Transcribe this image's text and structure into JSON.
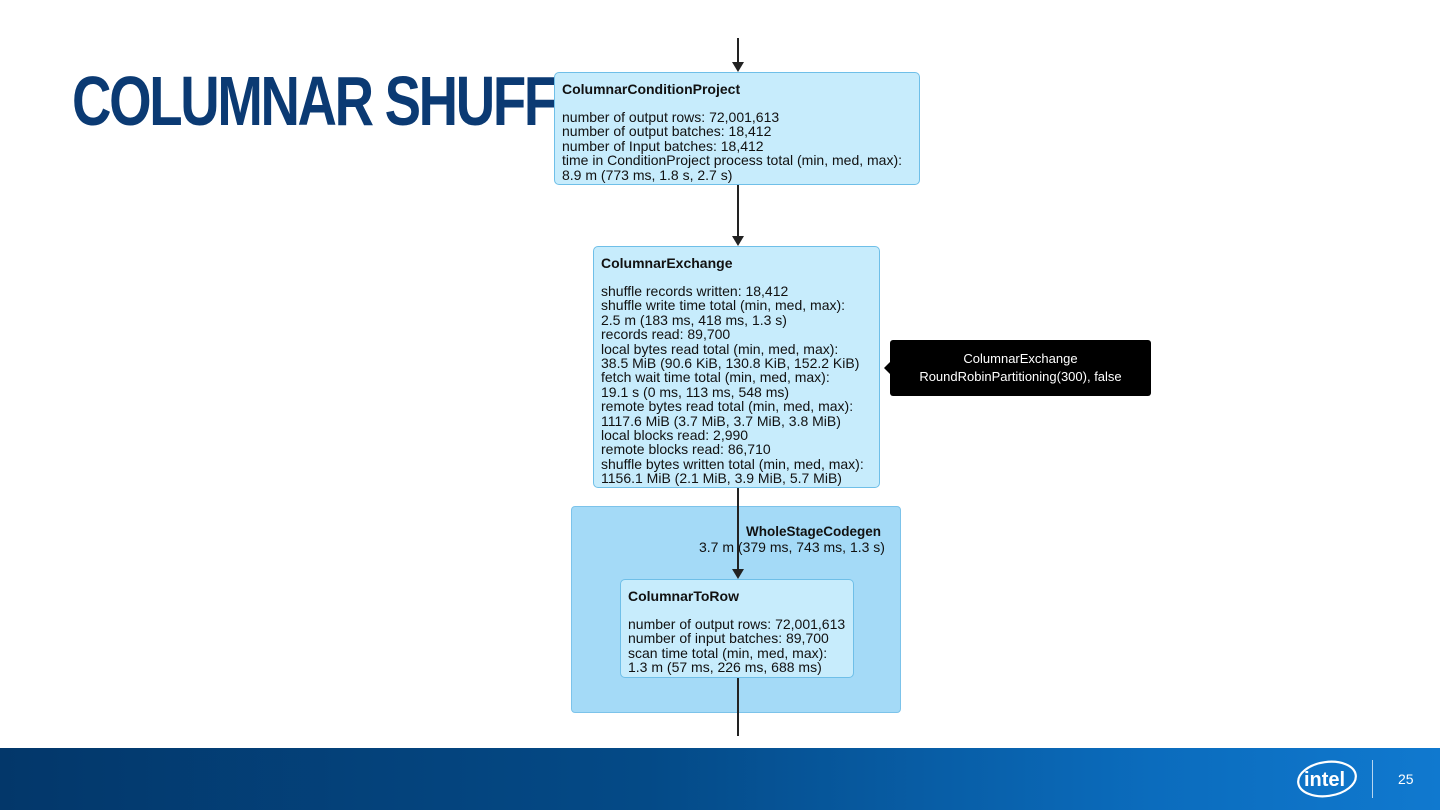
{
  "slide": {
    "title": "COLUMNAR SHUFFLE",
    "page_number": "25",
    "logo_text": "intel"
  },
  "colors": {
    "title": "#0b3a73",
    "node_fill": "#c7ecfc",
    "node_border": "#6fbfe8",
    "cluster_fill": "#a4daf7",
    "tooltip_fill": "#000000",
    "footer_start": "#03376a",
    "footer_end": "#1079cf"
  },
  "diagram": {
    "nodes": [
      {
        "id": "n1",
        "title": "ColumnarConditionProject",
        "lines": [
          "number of output rows: 72,001,613",
          "number of output batches: 18,412",
          "number of Input batches: 18,412",
          "time in ConditionProject process total (min, med, max):",
          "8.9 m (773 ms, 1.8 s, 2.7 s)"
        ]
      },
      {
        "id": "n2",
        "title": "ColumnarExchange",
        "lines": [
          "shuffle records written: 18,412",
          "shuffle write time total (min, med, max):",
          "2.5 m (183 ms, 418 ms, 1.3 s)",
          "records read: 89,700",
          "local bytes read total (min, med, max):",
          "38.5 MiB (90.6 KiB, 130.8 KiB, 152.2 KiB)",
          "fetch wait time total (min, med, max):",
          "19.1 s (0 ms, 113 ms, 548 ms)",
          "remote bytes read total (min, med, max):",
          "1117.6 MiB (3.7 MiB, 3.7 MiB, 3.8 MiB)",
          "local blocks read: 2,990",
          "remote blocks read: 86,710",
          "shuffle bytes written total (min, med, max):",
          "1156.1 MiB (2.1 MiB, 3.9 MiB, 5.7 MiB)"
        ]
      },
      {
        "id": "n3",
        "title": "ColumnarToRow",
        "lines": [
          "number of output rows: 72,001,613",
          "number of input batches: 89,700",
          "scan time total (min, med, max):",
          "1.3 m (57 ms, 226 ms, 688 ms)"
        ]
      }
    ],
    "cluster": {
      "title": "WholeStageCodegen",
      "metric": "3.7 m (379 ms, 743 ms, 1.3 s)"
    },
    "tooltip": {
      "line1": "ColumnarExchange",
      "line2": "RoundRobinPartitioning(300), false"
    }
  }
}
